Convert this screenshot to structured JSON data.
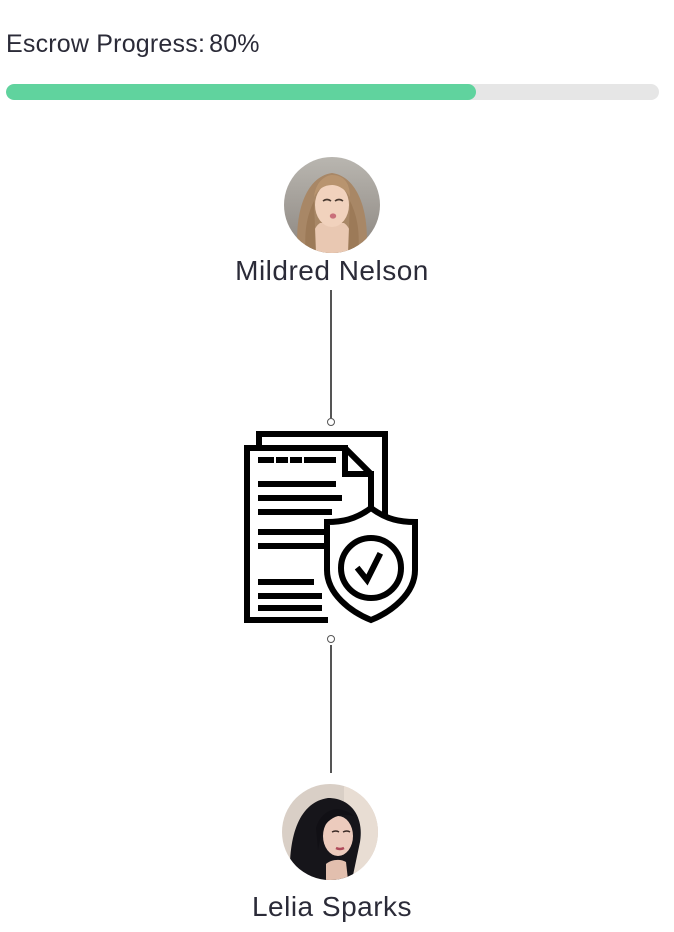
{
  "escrow": {
    "label": "Escrow Progress:",
    "percent_text": "80%",
    "progress_fraction": 0.72,
    "fill_color": "#60d39e",
    "track_color": "#e6e6e6"
  },
  "parties": {
    "sender": {
      "name": "Mildred Nelson",
      "avatar_icon": "user-photo"
    },
    "receiver": {
      "name": "Lelia Sparks",
      "avatar_icon": "user-photo"
    }
  },
  "center_icon": "secure-document-shield-check-icon"
}
